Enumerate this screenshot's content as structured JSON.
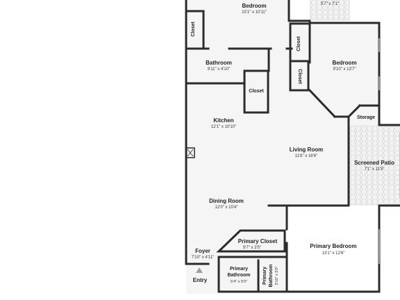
{
  "rooms": {
    "bedroom_top": {
      "name": "Bedroom",
      "dims": "15'1\" x 10'11\""
    },
    "cut_top": {
      "dims": "5'7\" x 7'1\""
    },
    "closet_a": {
      "name": "Closet"
    },
    "closet_b": {
      "name": "Closet"
    },
    "closet_c": {
      "name": "Closet"
    },
    "closet_d": {
      "name": "Closet"
    },
    "bedroom_right": {
      "name": "Bedroom",
      "dims": "9'10\" x 13'7\""
    },
    "bathroom": {
      "name": "Bathroom",
      "dims": "9'11\" x 4'10\""
    },
    "kitchen": {
      "name": "Kitchen",
      "dims": "12'1\" x 10'10\""
    },
    "storage": {
      "name": "Storage"
    },
    "living_room": {
      "name": "Living Room",
      "dims": "11'6\" x 16'6\""
    },
    "screened_patio": {
      "name": "Screened Patio",
      "dims": "7'1\" x 11'5\""
    },
    "dining_room": {
      "name": "Dining Room",
      "dims": "12'0\" x 10'4\""
    },
    "primary_closet": {
      "name": "Primary Closet",
      "dims": "9'7\" x 3'5\""
    },
    "primary_bedroom": {
      "name": "Primary Bedroom",
      "dims": "13'1\" x 12'6\""
    },
    "foyer": {
      "name": "Foyer",
      "dims": "7'10\" x 4'11\""
    },
    "primary_bathroom": {
      "name1": "Primary",
      "name2": "Bathroom",
      "dims": "5'4\" x 5'0\""
    },
    "primary_bathroom_2": {
      "name1": "Primary",
      "name2": "Bathroom",
      "dims": "3'10\" x 5'0\""
    }
  },
  "entry_label": "Entry",
  "colors": {
    "wall": "#2b2b2b",
    "floor": "#f5f5f5",
    "patio_tile": "#d8d8d8"
  }
}
